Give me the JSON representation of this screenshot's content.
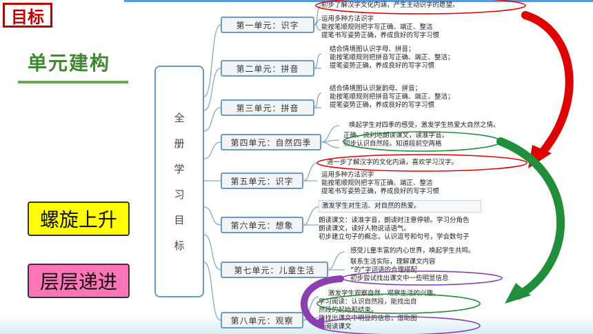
{
  "badge": "目标",
  "structure_title": "单元建构",
  "tags": {
    "spiral": "螺旋上升",
    "layer": "层层递进"
  },
  "root": [
    "全",
    "册",
    "学",
    "习",
    "目",
    "标"
  ],
  "units": [
    {
      "label": "第一单元：识字",
      "lines": [
        "初步了解汉字文化内涵，产生主动识字的愿望。",
        "运用多种方法识字",
        "能按笔顺规则把字写正确、端正、整洁",
        "提笔书写姿势正确，养成良好的写字习惯"
      ]
    },
    {
      "label": "第二单元：拼音",
      "lines": [
        "结合情境图认识字母、拼音；",
        "能按笔顺规则把拼音写正确、端正、整洁；",
        "提笔姿势正确，养成良好的写字习惯"
      ]
    },
    {
      "label": "第三单元：拼音",
      "lines": [
        "结合情境图认识复韵母、拼音；",
        "能按笔顺规则把拼音写正确、端正、整洁；",
        "提笔姿势正确，养成良好的写字习惯"
      ]
    },
    {
      "label": "第四单元：自然四季",
      "lines": [
        "唤起学生对四季的感受，激发学生热爱大自然之情。",
        "正确、流利地朗读课文，读准字音。",
        "初步认识自然段。知道段前空两格"
      ]
    },
    {
      "label": "第五单元：识字",
      "lines": [
        "进一步了解汉字的文化内涵，喜欢学习汉字。",
        "运用多种方法识字",
        "能按笔顺规则把字写正确、端正、整洁",
        "提笔书写姿势正确，养成良好的写字习惯"
      ]
    },
    {
      "label": "第六单元：想象",
      "lines": [
        "激发学生对生活、对自然的热爱。",
        "朗读课文：读准字音，朗读时注意停顿。学习分角色",
        "朗读课文，读好人物说话语气。",
        "初步建立句子的概念，认识逗号和句号，学会数句子"
      ]
    },
    {
      "label": "第七单元：儿童生活",
      "lines": [
        "感受儿童丰富的内心世界，唤起学生共鸣。",
        "联系生活实际，理解课文内容",
        "“的”字词语的合理搭配",
        "初步尝试找出课文中一些明显信息"
      ]
    },
    {
      "label": "第八单元：观察",
      "lines": [
        "激发学生观察自然、观察生活的兴趣。",
        "学习阅读：认识自然段，能找出自",
        "然段的起始和结束。",
        "能找出课文中明显的信息，借助图",
        "画阅读课文"
      ]
    }
  ],
  "colors": {
    "red_arrow": "#e00000",
    "green_arrow": "#1f8f3a",
    "purple_arrow": "#8b3fb0",
    "link": "#8aa6c1"
  }
}
